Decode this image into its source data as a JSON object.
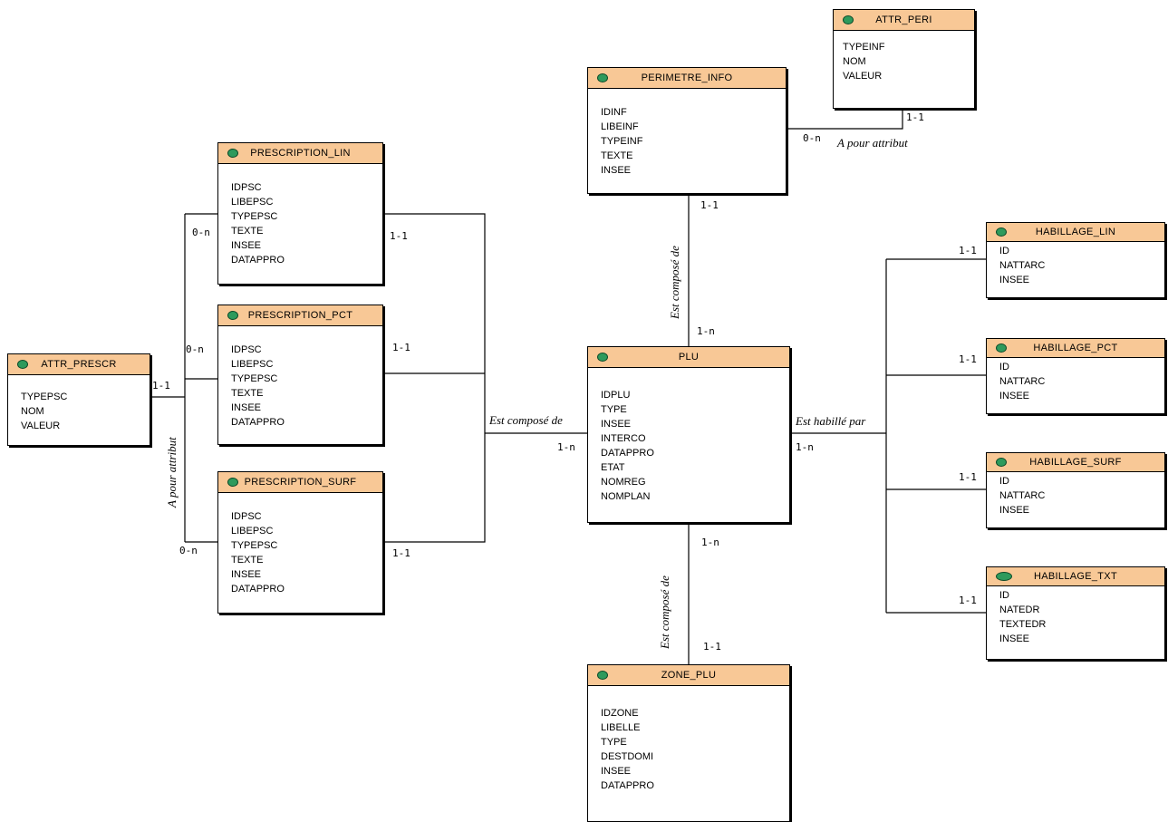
{
  "entities": {
    "attr_peri": {
      "title": "ATTR_PERI",
      "attrs": [
        "TYPEINF",
        "NOM",
        "VALEUR"
      ]
    },
    "perimetre_info": {
      "title": "PERIMETRE_INFO",
      "attrs": [
        "IDINF",
        "LIBEINF",
        "TYPEINF",
        "TEXTE",
        "INSEE"
      ]
    },
    "prescription_lin": {
      "title": "PRESCRIPTION_LIN",
      "attrs": [
        "IDPSC",
        "LIBEPSC",
        "TYPEPSC",
        "TEXTE",
        "INSEE",
        "DATAPPRO"
      ]
    },
    "prescription_pct": {
      "title": "PRESCRIPTION_PCT",
      "attrs": [
        "IDPSC",
        "LIBEPSC",
        "TYPEPSC",
        "TEXTE",
        "INSEE",
        "DATAPPRO"
      ]
    },
    "prescription_surf": {
      "title": "PRESCRIPTION_SURF",
      "attrs": [
        "IDPSC",
        "LIBEPSC",
        "TYPEPSC",
        "TEXTE",
        "INSEE",
        "DATAPPRO"
      ]
    },
    "attr_prescr": {
      "title": "ATTR_PRESCR",
      "attrs": [
        "TYPEPSC",
        "NOM",
        "VALEUR"
      ]
    },
    "plu": {
      "title": "PLU",
      "attrs": [
        "IDPLU",
        "TYPE",
        "INSEE",
        "INTERCO",
        "DATAPPRO",
        "ETAT",
        "NOMREG",
        "NOMPLAN"
      ]
    },
    "zone_plu": {
      "title": "ZONE_PLU",
      "attrs": [
        "IDZONE",
        "LIBELLE",
        "TYPE",
        "DESTDOMI",
        "INSEE",
        "DATAPPRO"
      ]
    },
    "habillage_lin": {
      "title": "HABILLAGE_LIN",
      "attrs": [
        "ID",
        "NATTARC",
        "INSEE"
      ]
    },
    "habillage_pct": {
      "title": "HABILLAGE_PCT",
      "attrs": [
        "ID",
        "NATTARC",
        "INSEE"
      ]
    },
    "habillage_surf": {
      "title": "HABILLAGE_SURF",
      "attrs": [
        "ID",
        "NATTARC",
        "INSEE"
      ]
    },
    "habillage_txt": {
      "title": "HABILLAGE_TXT",
      "attrs": [
        "ID",
        "NATEDR",
        "TEXTEDR",
        "INSEE"
      ]
    }
  },
  "relations": {
    "attr_peri_link": "A pour attribut",
    "perimetre_plu": "Est composé de",
    "prescriptions_plu": "Est composé de",
    "plu_habillage": "Est habillé par",
    "plu_zone": "Est composé de",
    "attr_prescr_link": "A pour attribut"
  },
  "cardinalities": {
    "attr_peri": "1-1",
    "perimetre_to_attr": "0-n",
    "perimetre_bottom": "1-1",
    "plu_top": "1-n",
    "plu_left": "1-n",
    "plu_right": "1-n",
    "plu_bottom": "1-n",
    "zone_top": "1-1",
    "presc_lin": "1-1",
    "presc_pct": "1-1",
    "presc_surf": "1-1",
    "attr_prescr": "1-1",
    "presc_lin_left": "0-n",
    "presc_pct_left": "0-n",
    "presc_surf_left": "0-n",
    "hab_lin": "1-1",
    "hab_pct": "1-1",
    "hab_surf": "1-1",
    "hab_txt": "1-1"
  },
  "colors": {
    "header": "#f8c896",
    "dot": "#2e9a5c",
    "line": "#000000"
  }
}
